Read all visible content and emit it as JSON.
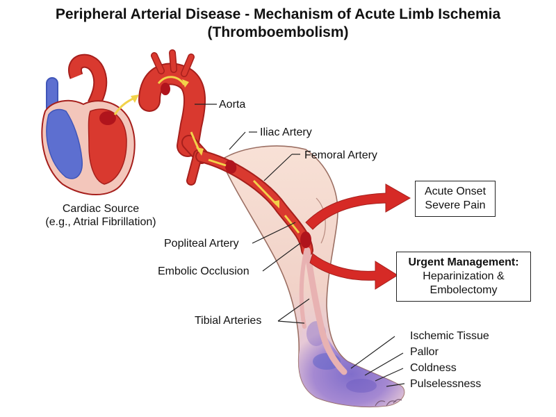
{
  "title": {
    "line1": "Peripheral Arterial Disease  - Mechanism of Acute Limb Ischemia",
    "line2": "(Thromboembolism)"
  },
  "cardiac": {
    "line1": "Cardiac Source",
    "line2": "(e.g., Atrial Fibrillation)"
  },
  "labels": {
    "aorta": "Aorta",
    "iliac": "Iliac Artery",
    "femoral": "Femoral Artery",
    "popliteal": "Popliteal Artery",
    "embolic": "Embolic Occlusion",
    "tibial": "Tibial Arteries",
    "ischemic": "Ischemic Tissue",
    "pallor": "Pallor",
    "coldness": "Coldness",
    "pulselessness": "Pulselessness"
  },
  "boxes": {
    "onset": {
      "line1": "Acute Onset",
      "line2": "Severe Pain"
    },
    "management": {
      "heading": "Urgent Management:",
      "line1": "Heparinization &",
      "line2": "Embolectomy"
    }
  },
  "colors": {
    "artery": "#d9392f",
    "clot": "#b0141c",
    "vein": "#5d6fd0",
    "flow_arrow": "#f2d24a",
    "outcome_arrow": "#d62a26",
    "skin": "#f6d9cc",
    "ischemia": "#8c6fc4"
  }
}
